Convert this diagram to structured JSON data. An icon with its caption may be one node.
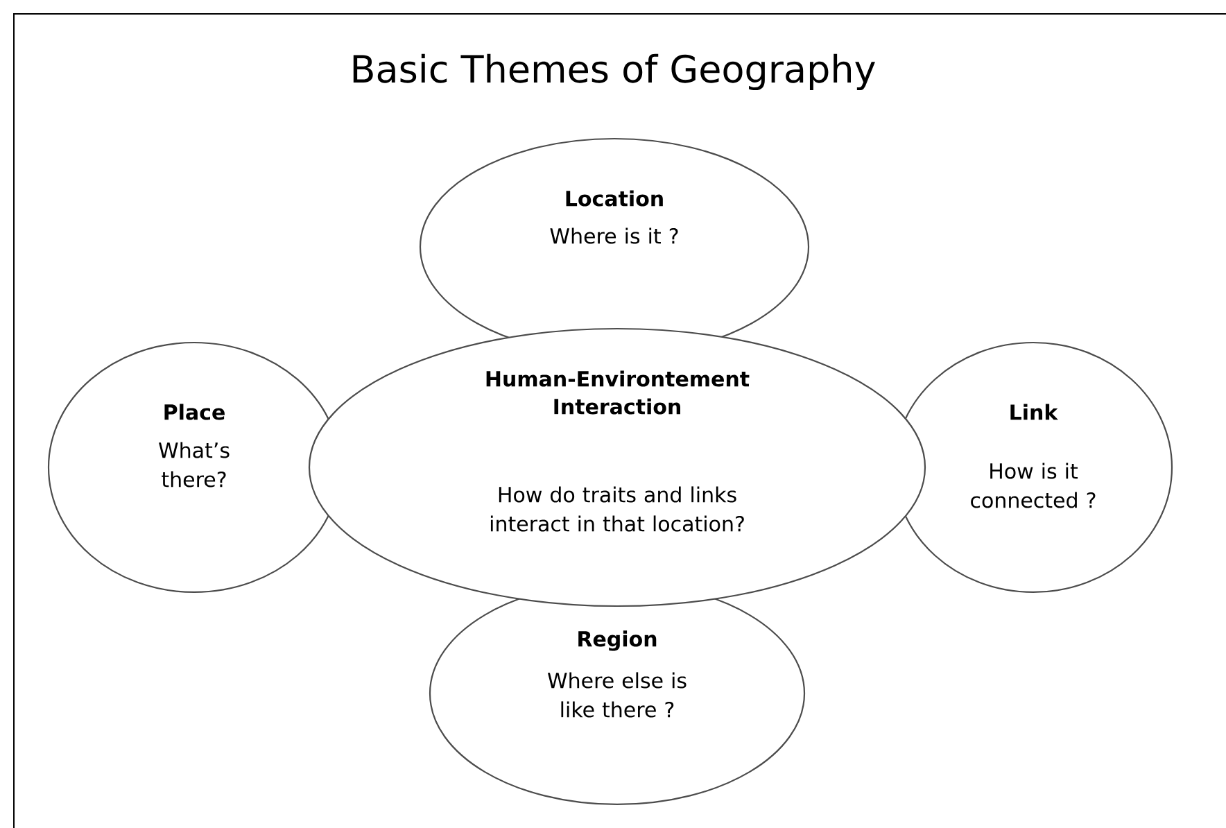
{
  "diagram": {
    "title": "Basic Themes of Geography",
    "nodes": [
      {
        "text": [
          "Location",
          "Where is it ?"
        ]
      },
      {
        "text": [
          "Place",
          "What’s there?"
        ]
      },
      {
        "text": [
          "Human-Environtement Interaction",
          "How do traits and links interact in that location?"
        ]
      },
      {
        "text": [
          "Link",
          "How is it connected ?"
        ]
      },
      {
        "text": [
          "Region",
          "Where else is like there ?"
        ]
      }
    ]
  }
}
